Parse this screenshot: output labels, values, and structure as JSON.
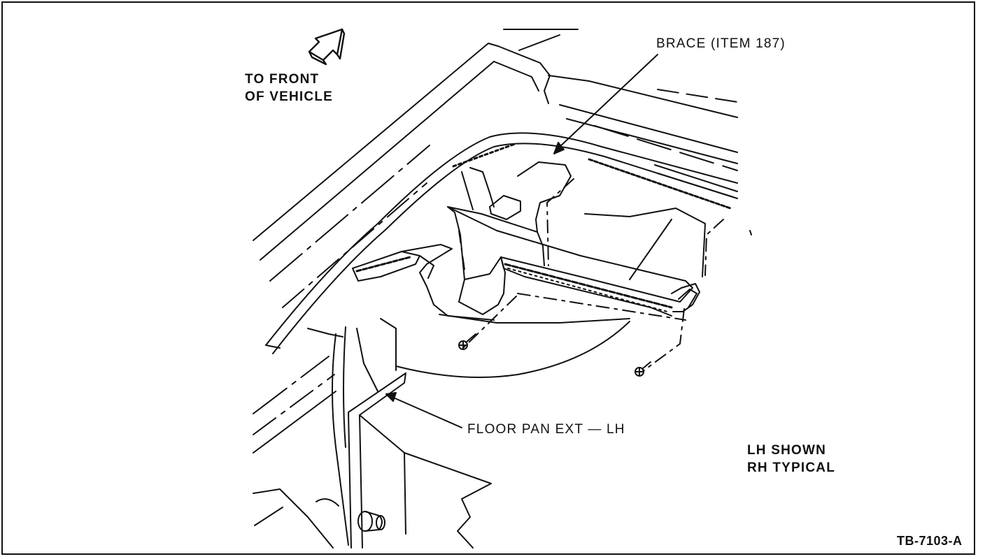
{
  "labels": {
    "front": [
      "TO FRONT",
      "OF VEHICLE"
    ],
    "brace": "BRACE (ITEM 187)",
    "floor_pan": "FLOOR PAN EXT — LH",
    "shown": [
      "LH SHOWN",
      "RH TYPICAL"
    ],
    "figure_id": "TB-7103-A"
  },
  "colors": {
    "ink": "#111111",
    "paper": "#ffffff"
  }
}
